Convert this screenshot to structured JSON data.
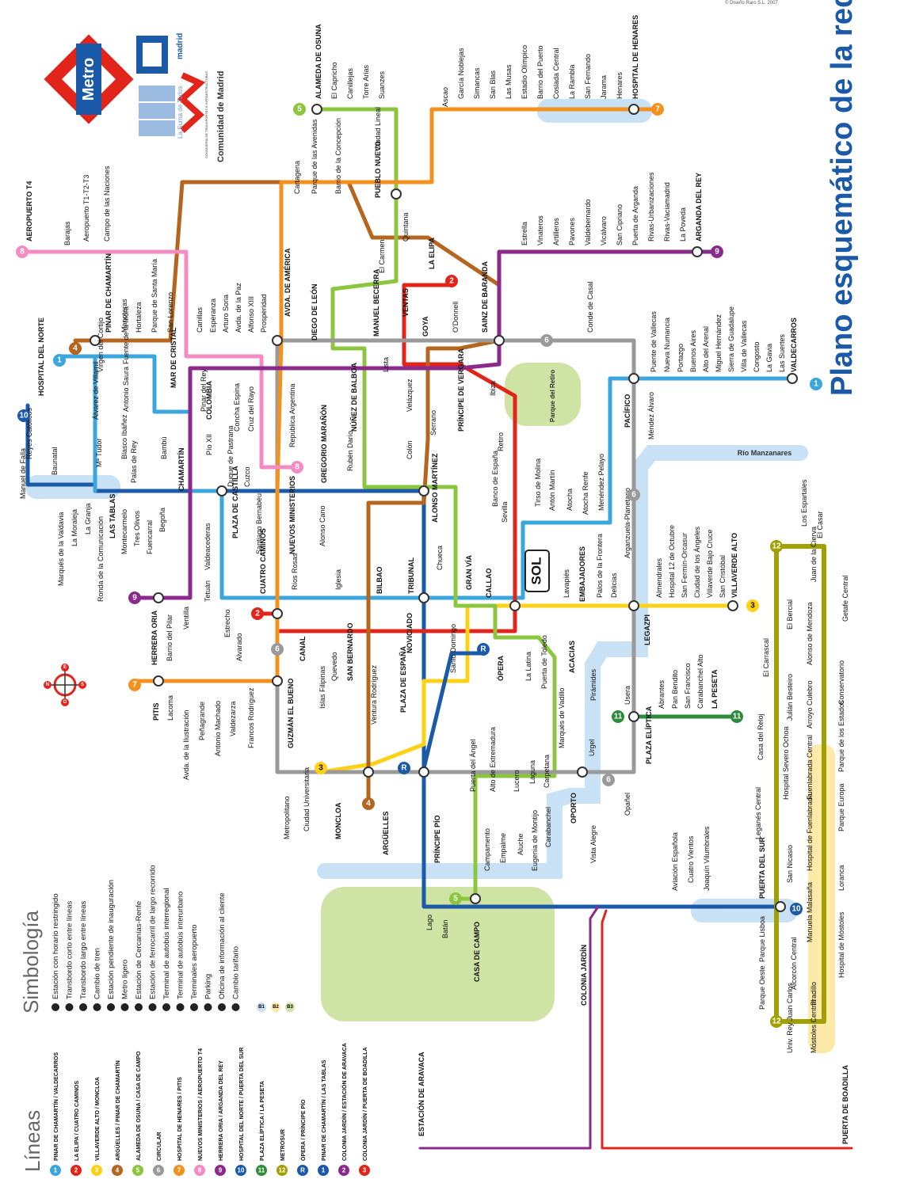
{
  "title": "Plano esquemático de la red",
  "copyright": "© Diseño Raro S.L. 2007",
  "brand": {
    "metro": "Metro",
    "madrid": "madrid",
    "la_suma": "La Suma de Todos",
    "consejeria": "CONSEJERÍA DE TRANSPORTES E INFRAESTRUCTURAS",
    "comunidad": "Comunidad de Madrid"
  },
  "river": "Río Manzanares",
  "parks": {
    "retiro": "Parque del Retiro",
    "casa_campo": "CASA DE CAMPO"
  },
  "compass": {
    "n": "N",
    "e": "E",
    "s": "S",
    "o": "O"
  },
  "colors": {
    "l1": "#39a6dd",
    "l2": "#e1251b",
    "l3": "#fcd116",
    "l4": "#b5651d",
    "l5": "#8cc63f",
    "l6": "#9a9a9a",
    "l7": "#f3911f",
    "l8": "#f28cc2",
    "l9": "#8b2a8c",
    "l10": "#1a5aa8",
    "l11": "#2e8b3a",
    "l12": "#a0a000",
    "r": "#1a5aa8",
    "ml": "#e1251b"
  },
  "legend_title": "Líneas",
  "legend": [
    {
      "id": "1",
      "color": "#39a6dd",
      "text": "PINAR DE CHAMARTÍN / VALDECARROS"
    },
    {
      "id": "2",
      "color": "#e1251b",
      "text": "LA ELIPA / CUATRO CAMINOS"
    },
    {
      "id": "3",
      "color": "#fcd116",
      "text": "VILLAVERDE ALTO / MONCLOA"
    },
    {
      "id": "4",
      "color": "#b5651d",
      "text": "ARGÜELLES / PINAR DE CHAMARTÍN"
    },
    {
      "id": "5",
      "color": "#8cc63f",
      "text": "ALAMEDA DE OSUNA / CASA DE CAMPO"
    },
    {
      "id": "6",
      "color": "#9a9a9a",
      "text": "CIRCULAR"
    },
    {
      "id": "7",
      "color": "#f3911f",
      "text": "HOSPITAL DE HENARES / PITIS"
    },
    {
      "id": "8",
      "color": "#f28cc2",
      "text": "NUEVOS MINISTERIOS / AEROPUERTO T4"
    },
    {
      "id": "9",
      "color": "#8b2a8c",
      "text": "HERRERA ORIA / ARGANDA DEL REY"
    },
    {
      "id": "10",
      "color": "#1a5aa8",
      "text": "HOSPITAL DEL NORTE / PUERTA DEL SUR"
    },
    {
      "id": "11",
      "color": "#2e8b3a",
      "text": "PLAZA ELÍPTICA / LA PESETA"
    },
    {
      "id": "12",
      "color": "#a0a000",
      "text": "METROSUR"
    },
    {
      "id": "R",
      "color": "#1a5aa8",
      "text": "ÓPERA / PRÍNCIPE PÍO"
    },
    {
      "id": "1",
      "color": "#1a5aa8",
      "text": "PINAR DE CHAMARTÍN / LAS TABLAS"
    },
    {
      "id": "2",
      "color": "#8b2a8c",
      "text": "COLONIA JARDÍN / ESTACIÓN DE ARAVACA"
    },
    {
      "id": "3",
      "color": "#e1251b",
      "text": "COLONIA JARDÍN / PUERTA DE BOADILLA"
    }
  ],
  "symbology_title": "Simbología",
  "symbology": [
    "Estación con horario restringido",
    "Transbordo corto entre líneas",
    "Transbordo largo entre líneas",
    "Cambio de tren",
    "Estación pendiente de inauguración",
    "Metro ligero",
    "Estación de Cercanías-Renfe",
    "Estación de ferrocarril de largo recorrido",
    "Terminal de autobús interregional",
    "Terminal de autobús interurbano",
    "Terminales aeropuerto",
    "Parking",
    "Oficina de información al cliente",
    "Cambio tarifario"
  ],
  "zones": [
    "B1",
    "B2",
    "B3"
  ],
  "stations": {
    "pinar_chamartin": "PINAR DE CHAMARTÍN",
    "hospital_norte": "HOSPITAL DEL NORTE",
    "reyes_catolicos": "Reyes Católicos",
    "baunatal": "Baunatal",
    "manuel_falla": "Manuel de Falla",
    "marques_valdavia": "Marqués de la Valdavia",
    "la_moraleja": "La Moraleja",
    "la_granja": "La Granja",
    "ronda_comunicacion": "Ronda de la Comunicación",
    "las_tablas": "LAS TABLAS",
    "montecarmelo": "Montecarmelo",
    "tres_olivos": "Tres Olivos",
    "fuencarral": "Fuencarral",
    "begona": "Begoña",
    "chamartin": "CHAMARTÍN",
    "plaza_castilla": "PLAZA DE CASTILLA",
    "valdeacederas": "Valdeacederas",
    "tetuan": "Tetuán",
    "estrecho": "Estrecho",
    "alvarado": "Alvarado",
    "cuatro_caminos": "CUATRO CAMINOS",
    "rios_rosas": "Ríos Rosas",
    "iglesia": "Iglesia",
    "bilbao": "BILBAO",
    "tribunal": "TRIBUNAL",
    "gran_via": "GRAN VÍA",
    "sol": "SOL",
    "callao": "CALLAO",
    "opera": "ÓPERA",
    "la_latina": "La Latina",
    "puerta_toledo": "Puerta de Toledo",
    "acacias": "ACACIAS",
    "piramides": "Pirámides",
    "marques_vadillo": "Marqués de Vadillo",
    "urgel": "Urgel",
    "oporto": "OPORTO",
    "vista_alegre": "Vista Alegre",
    "carabanchel": "Carabanchel",
    "eugenia_montijo": "Eugenia de Montijo",
    "aluche": "Aluche",
    "empalme": "Empalme",
    "campamento": "Campamento",
    "casa_campo": "CASA DE CAMPO",
    "batan": "Batán",
    "lago": "Lago",
    "principe_pio": "PRÍNCIPE PÍO",
    "arguelles": "ARGÜELLES",
    "moncloa": "MONCLOA",
    "ciudad_universitaria": "Ciudad Universitaria",
    "metropolitano": "Metropolitano",
    "guzman_bueno": "GUZMÁN EL BUENO",
    "canal": "CANAL",
    "quevedo": "Quevedo",
    "san_bernardo": "SAN BERNARDO",
    "noviciado": "NOVICIADO",
    "plaza_espana": "PLAZA DE ESPAÑA",
    "ventura_rodriguez": "Ventura Rodríguez",
    "santo_domingo": "Santo Domingo",
    "islas_filipinas": "Islas Filipinas",
    "francos_rodriguez": "Francos Rodríguez",
    "valdezarza": "Valdezarza",
    "antonio_machado": "Antonio Machado",
    "penagrande": "Peñagrande",
    "avda_ilustracion": "Avda. de la Ilustración",
    "lacoma": "Lacoma",
    "pitis": "PITIS",
    "herrera_oria": "HERRERA ORIA",
    "barrio_pilar": "Barrio del Pilar",
    "ventilla": "Ventilla",
    "nuevos_ministerios": "NUEVOS MINISTERIOS",
    "santiago_bernabeu": "Santiago Bernabéu",
    "cuzco": "Cuzco",
    "duque_pastrana": "Duque de Pastrana",
    "pio_xii": "Pío XII",
    "colombia": "COLOMBIA",
    "concha_espina": "Concha Espina",
    "cruz_rayo": "Cruz del Rayo",
    "republica_argentina": "República Argentina",
    "gregorio_maranon": "GREGORIO MARAÑÓN",
    "alonso_cano": "Alonso Cano",
    "ruben_dario": "Rubén Darío",
    "alonso_martinez": "ALONSO MARTÍNEZ",
    "chueca": "Chueca",
    "colon": "Colón",
    "serrano": "Serrano",
    "velazquez": "Velázquez",
    "goya": "GOYA",
    "lista": "Lista",
    "nunez_balboa": "NÚÑEZ DE BALBOA",
    "diego_leon": "DIEGO DE LEÓN",
    "avda_america": "AVDA. DE AMÉRICA",
    "manuel_becerra": "MANUEL BECERRA",
    "ventas": "VENTAS",
    "la_elipa": "LA ELIPA",
    "el_carmen": "El Carmen",
    "quintana": "Quintana",
    "pueblo_nuevo": "PUEBLO NUEVO",
    "ciudad_lineal": "Ciudad Lineal",
    "suanzes": "Suanzes",
    "torre_arias": "Torre Arias",
    "canillejas": "Canillejas",
    "el_capricho": "El Capricho",
    "alameda_osuna": "ALAMEDA DE OSUNA",
    "cartagena": "Cartagena",
    "parque_avenidas": "Parque de las Avenidas",
    "barrio_concepcion": "Barrio de la Concepción",
    "ascao": "Ascao",
    "garcia_noblejas": "García Noblejas",
    "simancas": "Simancas",
    "san_blas": "San Blas",
    "las_musas": "Las Musas",
    "estadio_olimpico": "Estadio Olímpico",
    "barrio_puerto": "Barrio del Puerto",
    "coslada_central": "Coslada Central",
    "la_rambla": "La Rambla",
    "san_fernando": "San Fernando",
    "jarama": "Jarama",
    "henares": "Henares",
    "hospital_henares": "HOSPITAL DE HENARES",
    "sainz_baranda": "SAINZ DE BARANDA",
    "estrella": "Estrella",
    "vinateros": "Vinateros",
    "artilleros": "Artilleros",
    "pavones": "Pavones",
    "valdebernardo": "Valdebernardo",
    "vicalvaro": "Vicálvaro",
    "san_cipriano": "San Cipriano",
    "puerta_arganda": "Puerta de Arganda",
    "rivas_urb": "Rivas-Urbanizaciones",
    "rivas_vac": "Rivas-Vaciamadrid",
    "la_poveda": "La Poveda",
    "arganda": "ARGANDA DEL REY",
    "conde_casal": "Conde de Casal",
    "odonnell": "O'Donnell",
    "principe_vergara": "PRÍNCIPE DE VERGARA",
    "ibiza": "Ibiza",
    "retiro": "Retiro",
    "banco_espana": "Banco de España",
    "sevilla": "Sevilla",
    "tirso_molina": "Tirso de Molina",
    "anton_martin": "Antón Martín",
    "atocha": "Atocha",
    "atocha_renfe": "Atocha Renfe",
    "menendez_pelayo": "Menéndez Pelayo",
    "pacifico": "PACÍFICO",
    "mendez_alvaro": "Méndez Álvaro",
    "puente_vallecas": "Puente de Vallecas",
    "nueva_numancia": "Nueva Numancia",
    "portazgo": "Portazgo",
    "buenos_aires": "Buenos Aires",
    "alto_arenal": "Alto del Arenal",
    "miguel_hernandez": "Miguel Hernández",
    "sierra_guadalupe": "Sierra de Guadalupe",
    "villa_vallecas": "Villa de Vallecas",
    "congosto": "Congosto",
    "la_gavia": "La Gavia",
    "las_suertes": "Las Suertes",
    "valdecarros": "VALDECARROS",
    "embajadores": "EMBAJADORES",
    "lavapies": "Lavapiés",
    "palos_frontera": "Palos de la Frontera",
    "delicias": "Delicias",
    "arganzuela": "Arganzuela-Planetario",
    "legazpi": "LEGAZPI",
    "almendrales": "Almendrales",
    "hospital_12_octubre": "Hospital 12 de Octubre",
    "san_fermin": "San Fermín-Orcasur",
    "ciudad_angeles": "Ciudad de los Ángeles",
    "villaverde_bajo": "Villaverde Bajo Cruce",
    "san_cristobal": "San Cristóbal",
    "villaverde_alto": "VILLAVERDE ALTO",
    "usera": "Usera",
    "plaza_eliptica": "PLAZA ELÍPTICA",
    "abrantes": "Abrantes",
    "pan_bendito": "Pan Bendito",
    "san_francisco": "San Francisco",
    "carabanchel_alto": "Carabanchel Alto",
    "la_peseta": "LA PESETA",
    "opanel": "Opañel",
    "puerta_angel": "Puerta del Ángel",
    "alto_extremadura": "Alto de Extremadura",
    "lucero": "Lucero",
    "laguna": "Laguna",
    "carpetana": "Carpetana",
    "aviacion": "Aviación Española",
    "cuatro_vientos": "Cuatro Vientos",
    "joaquin_vilumbrales": "Joaquín Vilumbrales",
    "puerta_sur": "PUERTA DEL SUR",
    "colonia_jardin": "COLONIA JARDÍN",
    "aravaca": "ESTACIÓN DE ARAVACA",
    "boadilla": "PUERTA DE BOADILLA",
    "aeropuerto_t4": "AEROPUERTO T4",
    "barajas": "Barajas",
    "aeropuerto_t123": "Aeropuerto T1-T2-T3",
    "campo_naciones": "Campo de las Naciones",
    "mar_cristal": "MAR DE CRISTAL",
    "manoteras": "Manoteras",
    "hortaleza": "Hortaleza",
    "parque_santa_maria": "Parque de Santa María",
    "san_lorenzo": "San Lorenzo",
    "canillas": "Canillas",
    "esperanza": "Esperanza",
    "arturo_soria": "Arturo Soria",
    "avda_paz": "Avda. de la Paz",
    "alfonso_xiii": "Alfonso XIII",
    "prosperidad": "Prosperidad",
    "pinar_rey": "Pinar del Rey",
    "bambu": "Bambú",
    "plaza_castilla_ml": "Mª Tudor",
    "blasco_ibanez": "Blasco Ibáñez",
    "palas_rey": "Palas de Rey",
    "alvarez_villamil": "Álvarez de Villamil",
    "antonio_saura": "Antonio Saura",
    "virgen_cortijo": "Virgen del Cortijo",
    "fuente_mora": "Fuente de la Mora",
    "el_bercial": "El Bercial",
    "el_carrascal": "El Carrascal",
    "julian_besteiro": "Julián Besteiro",
    "casa_reloj": "Casa del Reloj",
    "hospital_severo_ochoa": "Hospital Severo Ochoa",
    "leganes_central": "Leganés Central",
    "san_nicasio": "San Nicasio",
    "alonso_mendoza": "Alonso de Mendoza",
    "conservatorio": "Conservatorio",
    "arroyo_culebro": "Arroyo Culebro",
    "parque_estados": "Parque de los Estados",
    "fuenlabrada_central": "Fuenlabrada Central",
    "parque_europa": "Parque Europa",
    "hospital_fuenlabrada": "Hospital de Fuenlabrada",
    "loranca": "Loranca",
    "manuela_malasana": "Manuela Malasaña",
    "hospital_mostoles": "Hospital de Móstoles",
    "pradillo": "Pradillo",
    "mostoles_central": "Móstoles Central",
    "univ_rey_juan_carlos": "Univ. Rey Juan Carlos",
    "parque_lisboa": "Parque Lisboa",
    "alcorcon_central": "Alcorcón Central",
    "parque_oeste": "Parque Oeste",
    "juan_cierva": "Juan de la Cierva",
    "getafe_central": "Getafe Central",
    "el_casar": "El Casar",
    "los_espartales": "Los Espartales"
  }
}
